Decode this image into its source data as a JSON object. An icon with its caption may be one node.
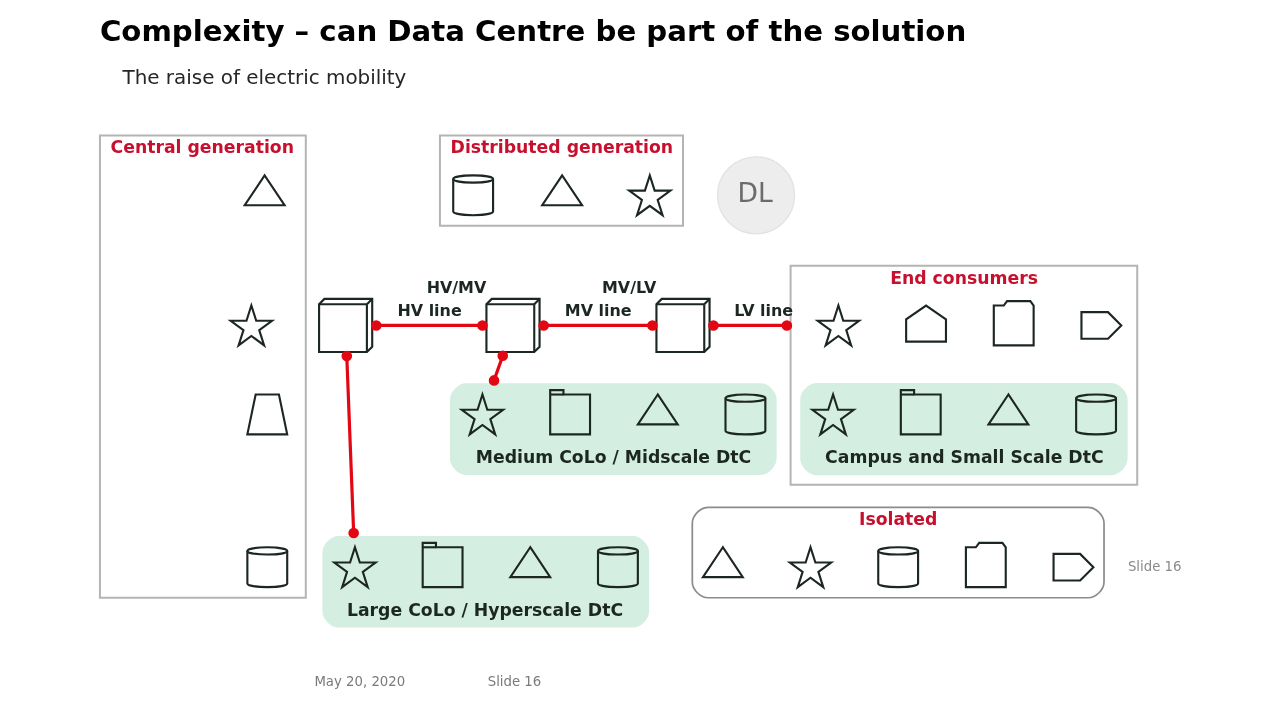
{
  "diagram": {
    "title": "Complexity – can Data Centre be part of the solution",
    "nodes": [
      {
        "text": [
          "Central generation"
        ]
      },
      {
        "text": [],
        "shape": "picture",
        "in": 0
      },
      {
        "text": [],
        "shape": "picture",
        "in": 0
      },
      {
        "text": [],
        "shape": "picture",
        "in": 0
      },
      {
        "text": [],
        "shape": "picture",
        "in": 0
      },
      {
        "text": [],
        "shape": "picture"
      },
      {
        "text": [
          "Distributed generation"
        ]
      },
      {
        "text": [],
        "shape": "picture",
        "in": 6
      },
      {
        "text": [],
        "shape": "picture",
        "in": 6
      },
      {
        "text": [],
        "shape": "picture",
        "in": 6
      },
      {
        "text": [],
        "shape": "picture",
        "beside": [
          "HV/MV"
        ]
      },
      {
        "text": [],
        "shape": "picture",
        "beside": [
          "MV/LV"
        ]
      },
      {
        "text": [
          "Large CoLo / Hyperscale DtC"
        ]
      },
      {
        "text": [],
        "shape": "picture",
        "in": 12
      },
      {
        "text": [],
        "shape": "picture",
        "in": 12
      },
      {
        "text": [],
        "shape": "picture",
        "in": 12
      },
      {
        "text": [],
        "shape": "picture",
        "in": 12
      },
      {
        "text": [
          "Medium CoLo / Midscale DtC"
        ]
      },
      {
        "text": [],
        "shape": "picture",
        "in": 17
      },
      {
        "text": [],
        "shape": "picture",
        "in": 17
      },
      {
        "text": [],
        "shape": "picture",
        "in": 17
      },
      {
        "text": [],
        "shape": "picture",
        "in": 17
      },
      {
        "text": [
          "End consumers"
        ]
      },
      {
        "text": [],
        "shape": "picture",
        "in": 22
      },
      {
        "text": [],
        "shape": "picture",
        "in": 22
      },
      {
        "text": [],
        "shape": "picture",
        "in": 22
      },
      {
        "text": [],
        "shape": "picture",
        "in": 22
      },
      {
        "text": [
          "Campus and Small Scale DtC"
        ],
        "in": 22
      },
      {
        "text": [],
        "shape": "picture",
        "in": 27
      },
      {
        "text": [],
        "shape": "picture",
        "in": 27
      },
      {
        "text": [],
        "shape": "picture",
        "in": 27
      },
      {
        "text": [],
        "shape": "picture",
        "in": 27
      },
      {
        "text": [
          "Isolated"
        ]
      },
      {
        "text": [],
        "shape": "picture",
        "in": 32
      },
      {
        "text": [],
        "shape": "picture",
        "in": 32
      },
      {
        "text": [],
        "shape": "picture",
        "in": 32
      },
      {
        "text": [],
        "shape": "picture",
        "in": 32
      },
      {
        "text": [],
        "shape": "picture",
        "in": 32
      },
      {
        "text": [
          "DL"
        ]
      }
    ],
    "edges": [
      {
        "from": 5,
        "to": 10,
        "arrow": "other",
        "label": "HV line"
      },
      {
        "from": 5,
        "to": 12,
        "arrow": "other"
      },
      {
        "from": 10,
        "to": 17,
        "arrow": "other"
      },
      {
        "from": 10,
        "to": 11,
        "arrow": "other",
        "label": "MV line"
      },
      {
        "from": 11,
        "to": 22,
        "arrow": "other",
        "label": "LV line"
      }
    ],
    "labels": [
      "The raise of electric mobility",
      "Slide 16",
      "May 20, 2020",
      "Slide 16"
    ]
  }
}
